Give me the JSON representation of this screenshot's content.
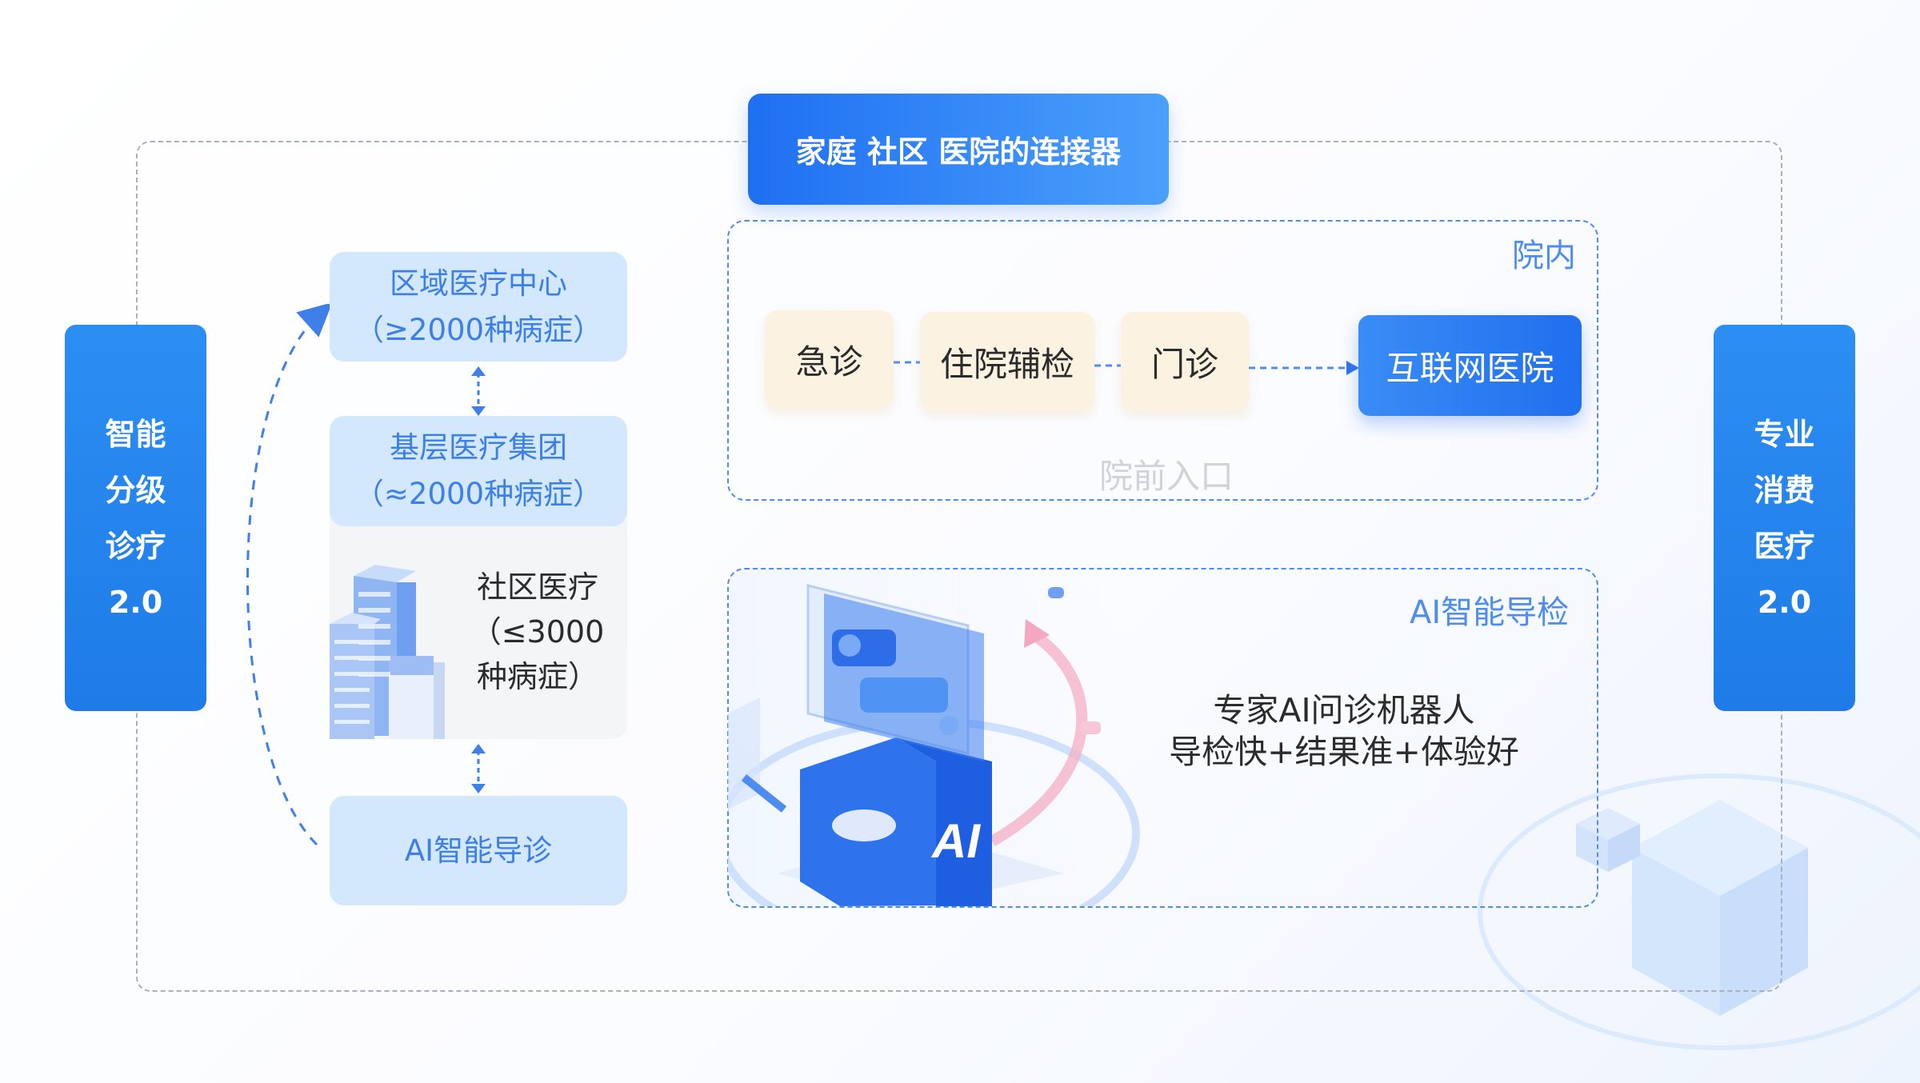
{
  "connector_title": "家庭 社区 医院的连接器",
  "left_pillar": [
    "智能",
    "分级",
    "诊疗",
    "2.0"
  ],
  "right_pillar": [
    "专业",
    "消费",
    "医疗",
    "2.0"
  ],
  "left_column": {
    "regional_center": {
      "title": "区域医疗中心",
      "subtitle": "（≥2000种病症）"
    },
    "grassroots_group": {
      "title": "基层医疗集团",
      "subtitle": "（≈2000种病症）"
    },
    "community": {
      "line1": "社区医疗",
      "line2": "（≤3000",
      "line3": "种病症）"
    },
    "ai_triage": "AI智能导诊"
  },
  "hospital_region": {
    "label": "院内",
    "steps": [
      "急诊",
      "住院辅检",
      "门诊"
    ],
    "target": "互联网医院",
    "pre_entry_label": "院前入口"
  },
  "ai_region": {
    "label": "AI智能导检",
    "line1": "专家AI问诊机器人",
    "line2": "导检快+结果准+体验好",
    "badge": "AI"
  },
  "colors": {
    "primary_blue": "#1f7be8",
    "light_blue_box": "#d3e8fc",
    "step_cream": "#fcf2e1",
    "dash_blue": "#4d8df2",
    "frame_gray": "#a9b0bb"
  }
}
